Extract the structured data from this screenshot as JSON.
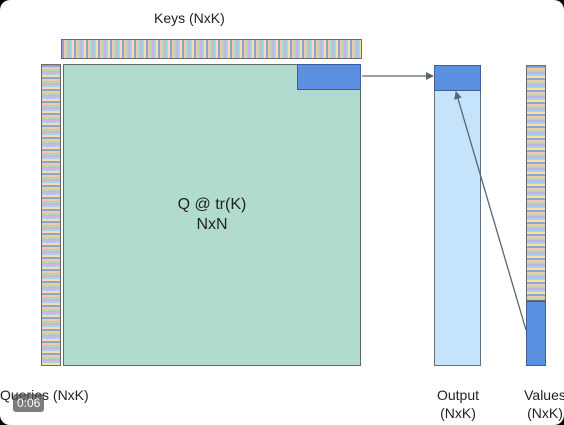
{
  "labels": {
    "keys": "Keys (NxK)",
    "queries": "Queries (NxK)",
    "output_line1": "Output",
    "output_line2": "(NxK)",
    "values_line1": "Values",
    "values_line2": "(NxK)",
    "center_line1": "Q @ tr(K)",
    "center_line2": "NxN"
  },
  "video": {
    "timestamp": "0:06"
  },
  "colors": {
    "matrix_fill": "#b2dbcf",
    "highlight_block": "#5b8fe0",
    "output_fill": "#c5e3fb",
    "arrow": "#5a6670"
  }
}
